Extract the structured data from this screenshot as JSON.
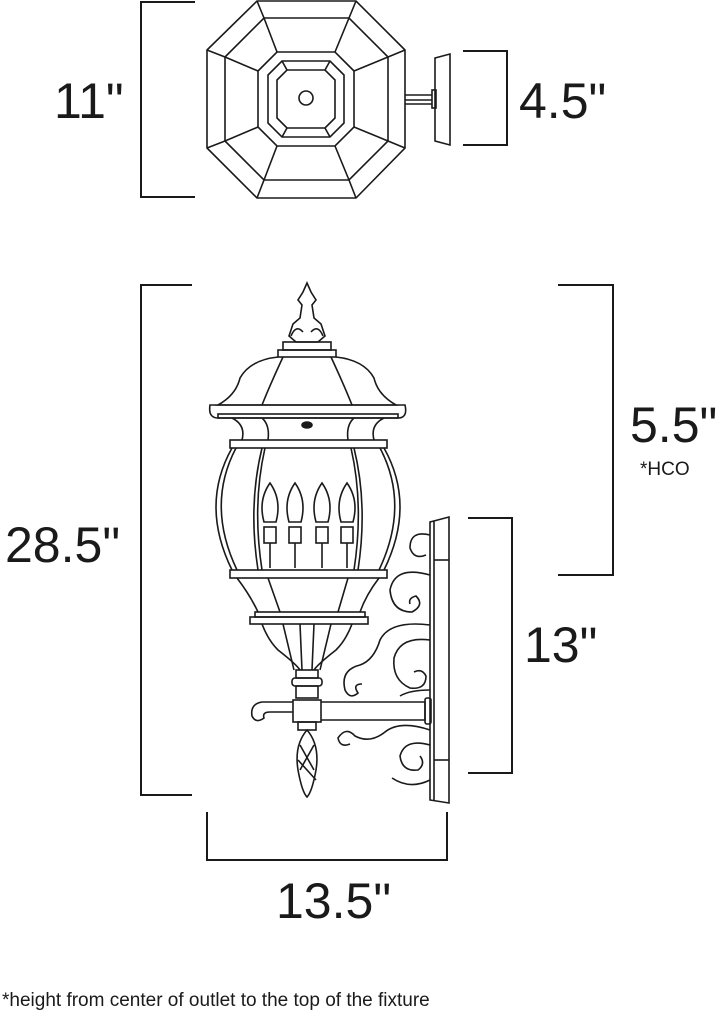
{
  "top_view": {
    "width_label": "11\"",
    "depth_label": "4.5\""
  },
  "front_view": {
    "height_label": "28.5\"",
    "hco_label": "5.5\"",
    "hco_note": "*HCO",
    "backplate_label": "13\"",
    "width_label": "13.5\""
  },
  "footnote": "*height from center of outlet to the top of the fixture",
  "colors": {
    "line": "#1a1a1a",
    "background": "#ffffff"
  }
}
